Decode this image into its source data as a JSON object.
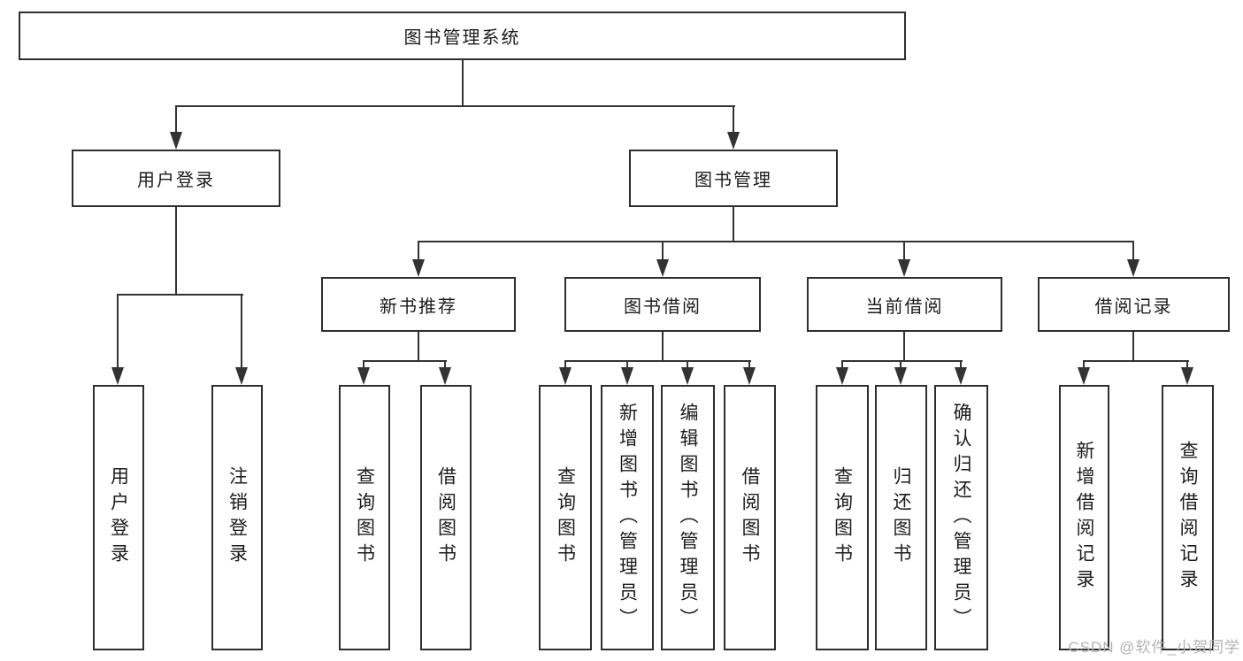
{
  "diagram_title": "图书管理系统",
  "nodes": {
    "root": {
      "label": "图书管理系统"
    },
    "user_login": {
      "label": "用户登录"
    },
    "book_mgmt": {
      "label": "图书管理"
    },
    "new_book_rec": {
      "label": "新书推荐"
    },
    "book_borrow": {
      "label": "图书借阅"
    },
    "current_borrow": {
      "label": "当前借阅"
    },
    "borrow_records": {
      "label": "借阅记录"
    },
    "leaf_user_login": {
      "label": "用户登录"
    },
    "leaf_logout": {
      "label": "注销登录"
    },
    "leaf_nb_query": {
      "label": "查询图书"
    },
    "leaf_nb_borrow": {
      "label": "借阅图书"
    },
    "leaf_bb_query": {
      "label": "查询图书"
    },
    "leaf_bb_add": {
      "label": "新增图书（管理员）"
    },
    "leaf_bb_edit": {
      "label": "编辑图书（管理员）"
    },
    "leaf_bb_borrow": {
      "label": "借阅图书"
    },
    "leaf_cb_query": {
      "label": "查询图书"
    },
    "leaf_cb_return": {
      "label": "归还图书"
    },
    "leaf_cb_confirm": {
      "label": "确认归还（管理员）"
    },
    "leaf_br_add": {
      "label": "新增借阅记录"
    },
    "leaf_br_query": {
      "label": "查询借阅记录"
    }
  },
  "edges": [
    [
      "root",
      "user_login"
    ],
    [
      "root",
      "book_mgmt"
    ],
    [
      "user_login",
      "leaf_user_login"
    ],
    [
      "user_login",
      "leaf_logout"
    ],
    [
      "book_mgmt",
      "new_book_rec"
    ],
    [
      "book_mgmt",
      "book_borrow"
    ],
    [
      "book_mgmt",
      "current_borrow"
    ],
    [
      "book_mgmt",
      "borrow_records"
    ],
    [
      "new_book_rec",
      "leaf_nb_query"
    ],
    [
      "new_book_rec",
      "leaf_nb_borrow"
    ],
    [
      "book_borrow",
      "leaf_bb_query"
    ],
    [
      "book_borrow",
      "leaf_bb_add"
    ],
    [
      "book_borrow",
      "leaf_bb_edit"
    ],
    [
      "book_borrow",
      "leaf_bb_borrow"
    ],
    [
      "current_borrow",
      "leaf_cb_query"
    ],
    [
      "current_borrow",
      "leaf_cb_return"
    ],
    [
      "current_borrow",
      "leaf_cb_confirm"
    ],
    [
      "borrow_records",
      "leaf_br_add"
    ],
    [
      "borrow_records",
      "leaf_br_query"
    ]
  ],
  "watermark": {
    "text": "CSDN @软件_小贺同学"
  },
  "colors": {
    "line": "#333333",
    "box_border": "#2e2e2e",
    "text": "#1c1c1c",
    "watermark": "#b3b3b3",
    "background": "#ffffff"
  }
}
